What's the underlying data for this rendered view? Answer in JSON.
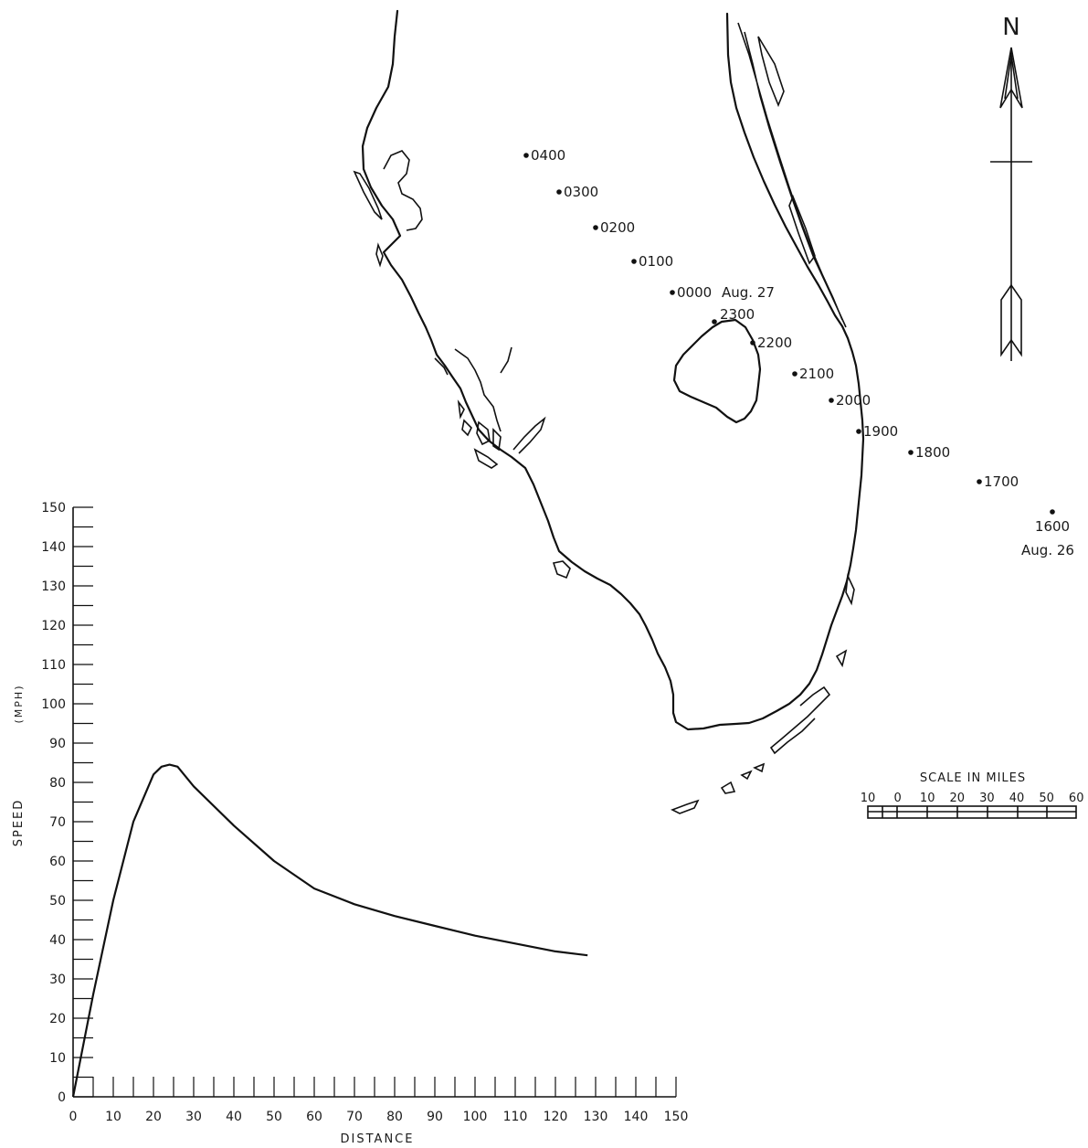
{
  "north_arrow": {
    "label": "N",
    "icon": "north-arrow-icon"
  },
  "scale_bar": {
    "title": "SCALE IN MILES",
    "ticks": [
      "10",
      "0",
      "10",
      "20",
      "30",
      "40",
      "50",
      "60"
    ]
  },
  "track": {
    "points": [
      {
        "time": "0400",
        "date": ""
      },
      {
        "time": "0300",
        "date": ""
      },
      {
        "time": "0200",
        "date": ""
      },
      {
        "time": "0100",
        "date": ""
      },
      {
        "time": "0000",
        "date": "Aug. 27"
      },
      {
        "time": "2300",
        "date": ""
      },
      {
        "time": "2200",
        "date": ""
      },
      {
        "time": "2100",
        "date": ""
      },
      {
        "time": "2000",
        "date": ""
      },
      {
        "time": "1900",
        "date": ""
      },
      {
        "time": "1800",
        "date": ""
      },
      {
        "time": "1700",
        "date": ""
      },
      {
        "time": "1600",
        "date": "Aug. 26"
      }
    ]
  },
  "chart_data": {
    "type": "line",
    "title": "",
    "xlabel": "DISTANCE",
    "ylabel": "SPEED",
    "ylabel_unit": "(MPH)",
    "xlim": [
      0,
      150
    ],
    "ylim": [
      0,
      150
    ],
    "x_ticks": [
      "0",
      "10",
      "20",
      "30",
      "40",
      "50",
      "60",
      "70",
      "80",
      "90",
      "100",
      "110",
      "120",
      "130",
      "140",
      "150"
    ],
    "y_ticks": [
      "0",
      "10",
      "20",
      "30",
      "40",
      "50",
      "60",
      "70",
      "80",
      "90",
      "100",
      "110",
      "120",
      "130",
      "140",
      "150"
    ],
    "grid": false,
    "series": [
      {
        "x": [
          0,
          5,
          10,
          15,
          20,
          22,
          24,
          26,
          30,
          40,
          50,
          60,
          70,
          80,
          90,
          100,
          110,
          120,
          128
        ],
        "y": [
          0,
          26,
          50,
          70,
          82,
          84,
          84.5,
          84,
          79,
          69,
          60,
          53,
          49,
          46,
          43.5,
          41,
          39,
          37,
          36
        ]
      }
    ]
  }
}
